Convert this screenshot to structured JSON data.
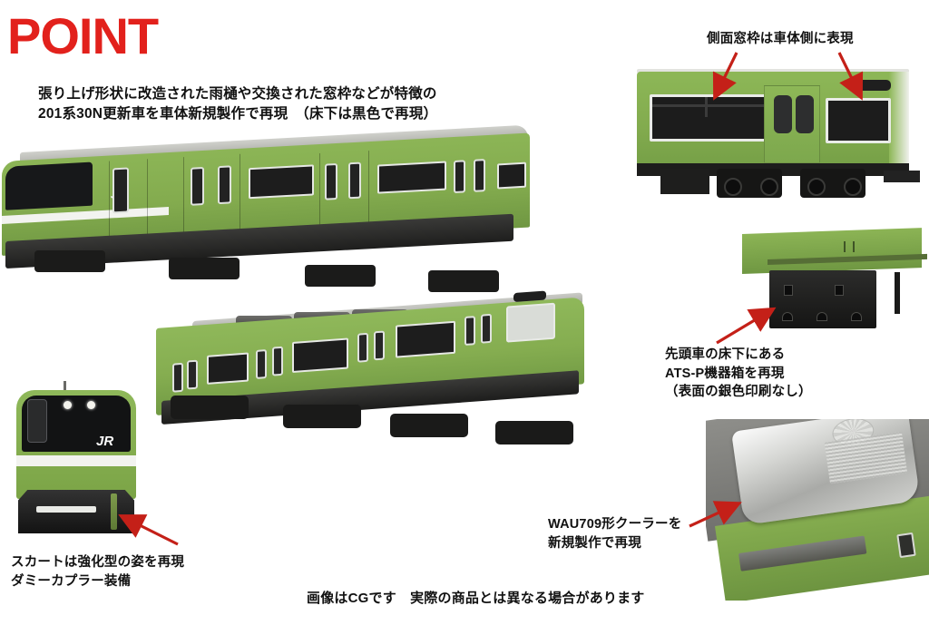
{
  "title": "POINT",
  "headline": "張り上げ形状に改造された雨樋や交換された窓枠などが特徴の\n201系30N更新車を車体新規製作で再現　（床下は黒色で再現）",
  "annotations": {
    "side_window": "側面窓枠は車体側に表現",
    "ats_box": "先頭車の床下にある\nATS-P機器箱を再現\n（表面の銀色印刷なし）",
    "cooler": "WAU709形クーラーを\n新規製作で再現",
    "skirt": "スカートは強化型の姿を再現\nダミーカプラー装備"
  },
  "disclaimer": "画像はCGです　実際の商品とは異なる場合があります",
  "marks": {
    "jr_logo": "JR"
  },
  "colors": {
    "title_red": "#e2211c",
    "arrow_red": "#c42018",
    "body_green": "#83ab4e",
    "band_white": "#f2f3ef",
    "underframe_black": "#1d1d1c",
    "roof_gray": "#9a9a96",
    "cooler_silver": "#d6d7d4",
    "text_black": "#111111",
    "background": "#ffffff"
  }
}
